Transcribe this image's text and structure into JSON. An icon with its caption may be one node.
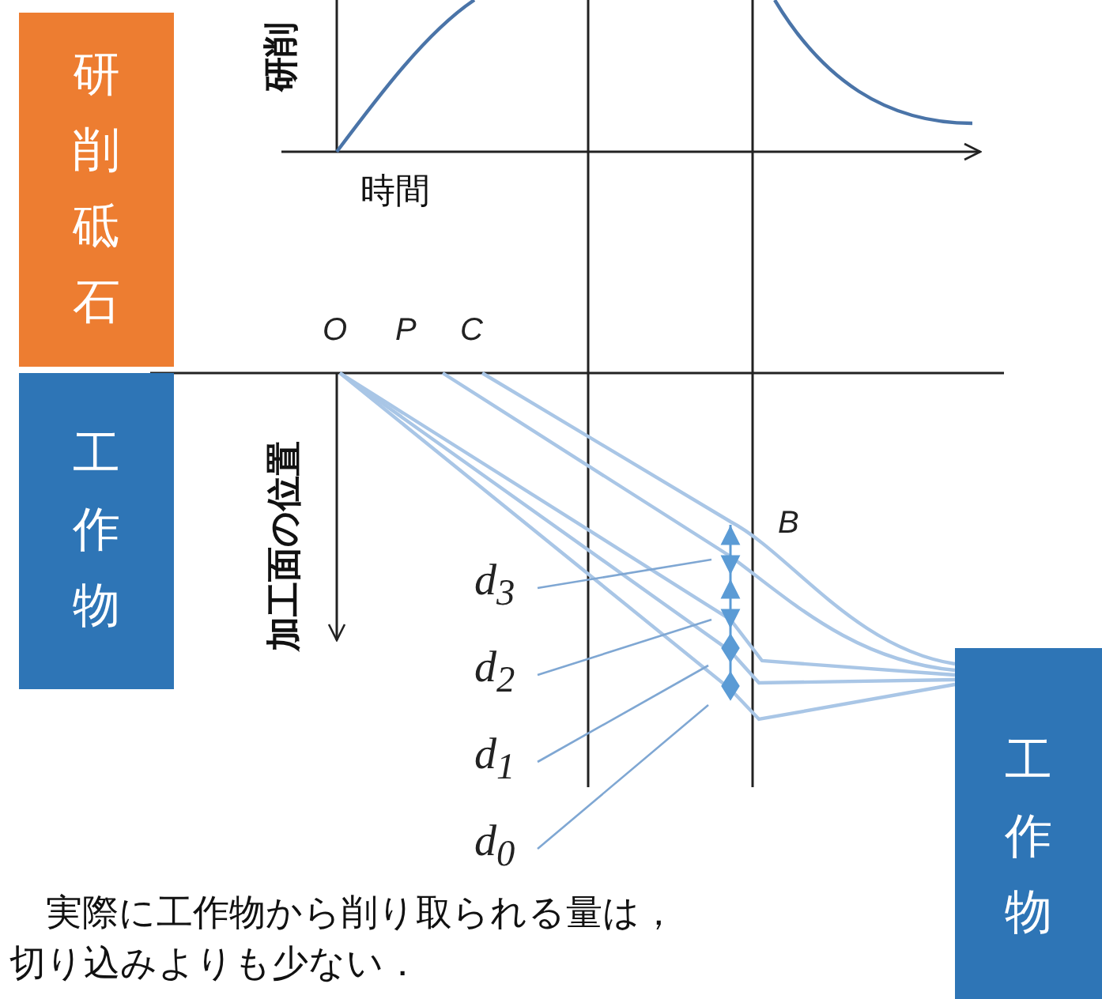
{
  "diagram": {
    "caption": "実際に工作物から削り取られる量は，切り込みよりも少ない．",
    "nodes": [
      {
        "text": [
          "研削砥石"
        ]
      },
      {
        "text": [
          "工作物"
        ]
      },
      {
        "text": [
          "工作物"
        ]
      },
      {
        "text": [
          "d$_{3}$"
        ]
      },
      {
        "text": [
          "d$_{2}$"
        ]
      },
      {
        "text": [
          "d$_{1}$"
        ]
      },
      {
        "text": [
          "d$_{0}$"
        ]
      }
    ],
    "edges": [
      {
        "from": 3,
        "to": null,
        "arrow": "none"
      },
      {
        "from": 4,
        "to": null,
        "arrow": "none"
      },
      {
        "from": 5,
        "to": null,
        "arrow": "none"
      },
      {
        "from": 6,
        "to": null,
        "arrow": "none"
      }
    ],
    "labels": [
      "研削",
      "時間",
      "O",
      "P",
      "C",
      "加工面の位置",
      "B"
    ]
  }
}
